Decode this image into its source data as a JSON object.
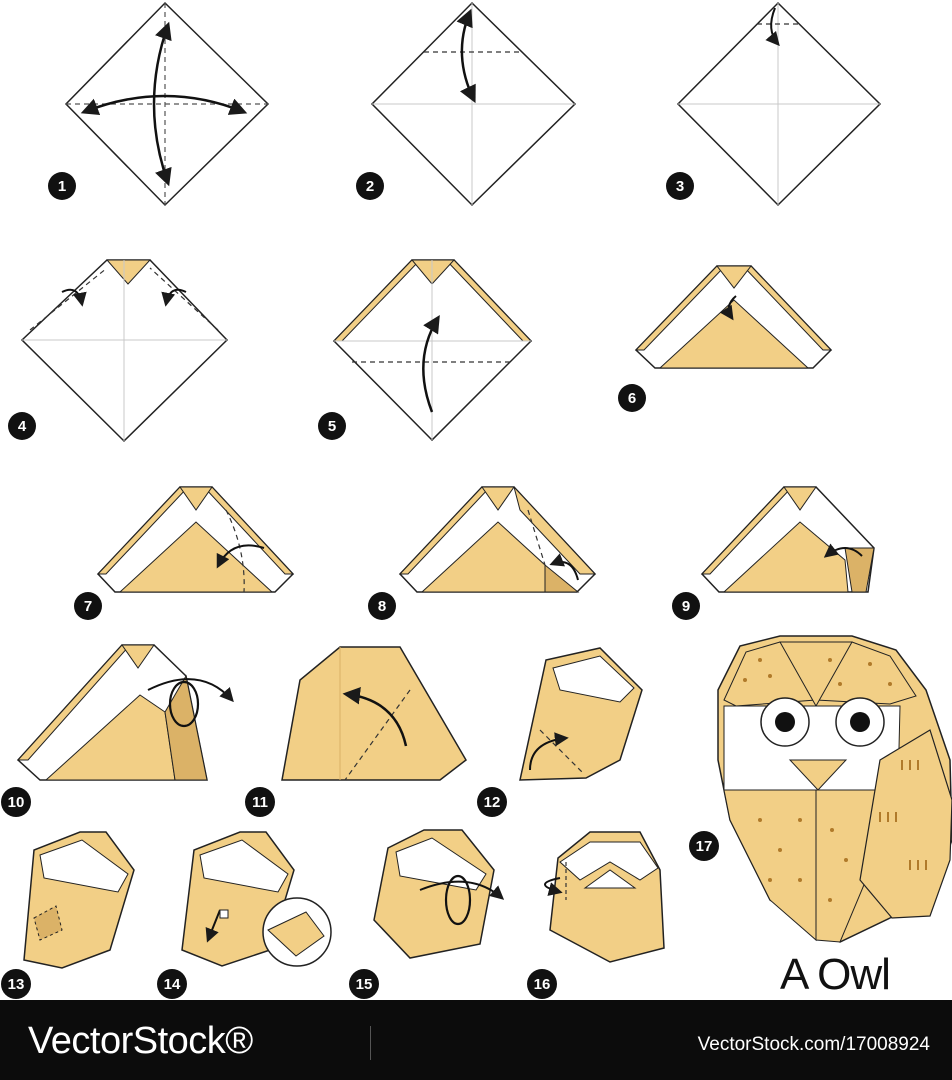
{
  "title": "A Owl",
  "footer": {
    "logo_text": "VectorStock®",
    "url_text": "VectorStock.com/17008924"
  },
  "step_numbers": [
    "1",
    "2",
    "3",
    "4",
    "5",
    "6",
    "7",
    "8",
    "9",
    "10",
    "11",
    "12",
    "13",
    "14",
    "15",
    "16",
    "17"
  ],
  "colors": {
    "paper": "#f2cf86",
    "paper_dark": "#dbb267",
    "line": "#1a1a1a",
    "crease": "#bfbfbf",
    "dots": "#b07a2a",
    "footer_bg": "#0c0c0c"
  }
}
